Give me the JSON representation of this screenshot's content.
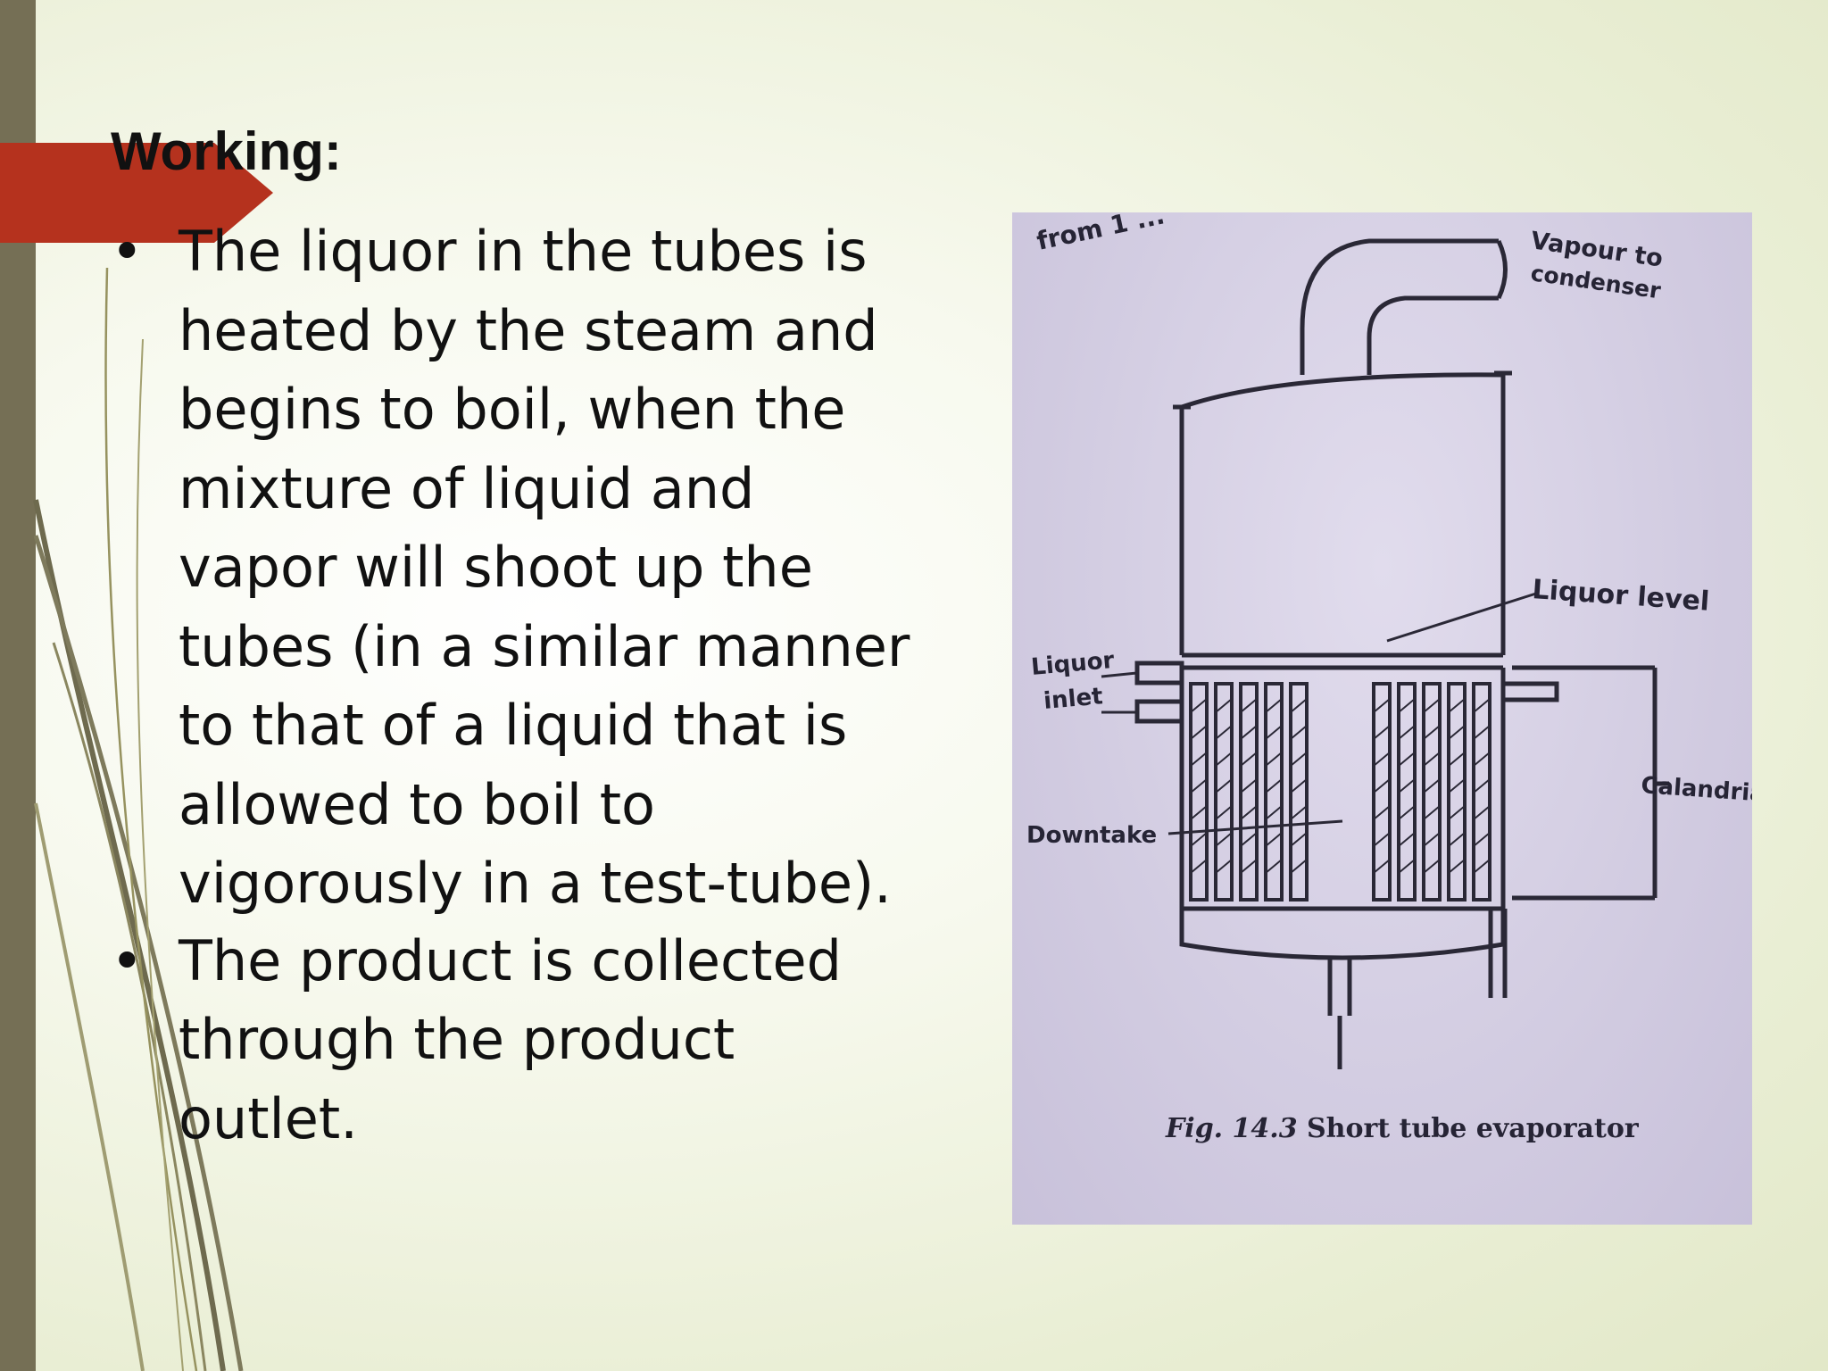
{
  "slide": {
    "heading": "Working:",
    "bullets": [
      {
        "lines": [
          "The liquor in the tubes is",
          "heated by the steam and",
          "begins to boil, when the",
          "mixture of liquid and",
          "vapor will shoot up the",
          "tubes (in a similar manner",
          "to that of a liquid that is",
          "allowed to boil to",
          "vigorously in a test-tube)."
        ]
      },
      {
        "lines": [
          "The product is collected",
          "through the product",
          "outlet."
        ]
      }
    ],
    "bullet_symbol": "•"
  },
  "figure": {
    "top_fragment": "from 1 ...",
    "labels": {
      "vapour": "Vapour to",
      "condenser": "condenser",
      "liquor_level": "Liquor level",
      "liquor": "Liquor",
      "inlet": "inlet",
      "calandria": "Calandria",
      "downtake": "Downtake"
    },
    "caption_fig": "Fig. 14.3",
    "caption_title": "Short tube evaporator"
  },
  "colors": {
    "left_bar": "#756f55",
    "accent_arrow": "#b5321e",
    "figure_bg": "#d3cde2"
  }
}
